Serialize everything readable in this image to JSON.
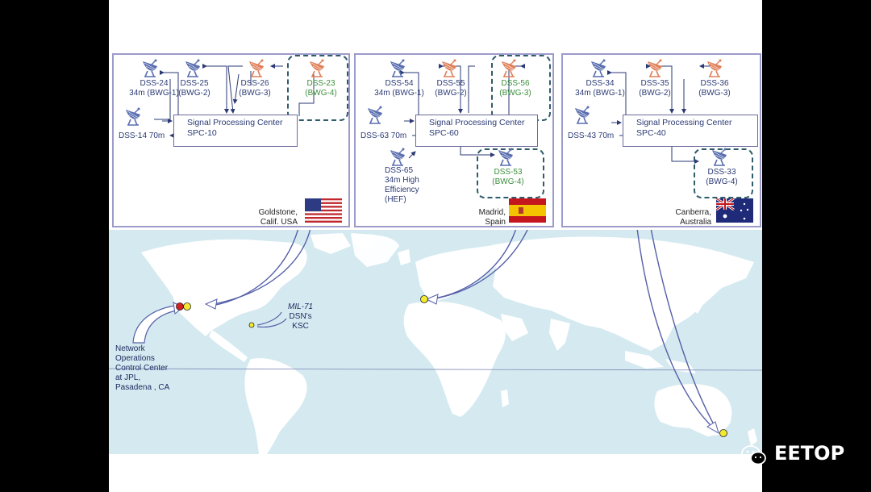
{
  "goldstone": {
    "dss24": [
      "DSS-24",
      "34m (BWG-1)"
    ],
    "dss25": [
      "DSS-25",
      "(BWG-2)"
    ],
    "dss26": [
      "DSS-26",
      "(BWG-3)"
    ],
    "dss23": [
      "DSS-23",
      "(BWG-4)"
    ],
    "dss14": "DSS-14 70m",
    "spc": [
      "Signal Processing Center",
      "SPC-10"
    ],
    "site": [
      "Goldstone,",
      "Calif. USA"
    ]
  },
  "madrid": {
    "dss54": [
      "DSS-54",
      "34m (BWG-1)"
    ],
    "dss55": [
      "DSS-55",
      "(BWG-2)"
    ],
    "dss56": [
      "DSS-56",
      "(BWG-3)"
    ],
    "dss63": "DSS-63 70m",
    "spc": [
      "Signal Processing Center",
      "SPC-60"
    ],
    "dss65": [
      "DSS-65",
      "34m High",
      "Efficiency",
      "(HEF)"
    ],
    "dss53": [
      "DSS-53",
      "(BWG-4)"
    ],
    "site": [
      "Madrid,",
      "Spain"
    ]
  },
  "canberra": {
    "dss34": [
      "DSS-34",
      "34m (BWG-1)"
    ],
    "dss35": [
      "DSS-35",
      "(BWG-2)"
    ],
    "dss36": [
      "DSS-36",
      "(BWG-3)"
    ],
    "dss43": "DSS-43 70m",
    "spc": [
      "Signal Processing Center",
      "SPC-40"
    ],
    "dss33": [
      "DSS-33",
      "(BWG-4)"
    ],
    "site": [
      "Canberra,",
      "Australia"
    ]
  },
  "map": {
    "noc": [
      "Network",
      "Operations",
      "Control Center",
      "at JPL,",
      "Pasadena , CA"
    ],
    "mil71": [
      "MIL-71",
      "DSN's",
      "KSC"
    ]
  },
  "watermark": "EETOP",
  "colors": {
    "blue_antenna": "#5a6fb0",
    "orange_antenna": "#e0805a",
    "green_text": "#3c8f3c",
    "panel_border": "#9d9bc9",
    "ocean": "#d5eaf0",
    "land": "#ffffff"
  },
  "icons": [
    "dish-antenna-icon",
    "usa-flag-icon",
    "spain-flag-icon",
    "australia-flag-icon",
    "wechat-icon"
  ]
}
